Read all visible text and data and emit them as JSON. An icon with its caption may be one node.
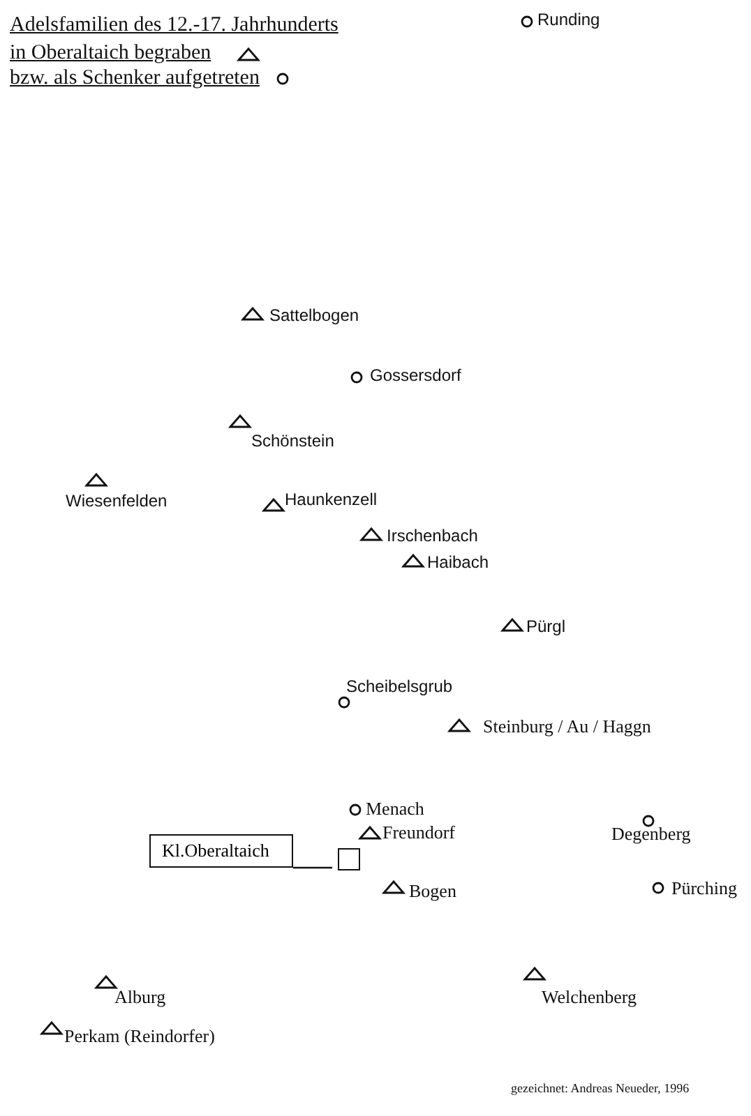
{
  "diagram": {
    "title": "Adelsfamilien des 12.-17. Jahrhunderts",
    "caption": "gezeichnet: Andreas Neueder, 1996",
    "nodes": [
      {
        "text": [
          "Kl.Oberaltaich"
        ]
      },
      {
        "text": [],
        "shape": "box"
      }
    ],
    "edges": [
      {
        "from": 0,
        "to": 1,
        "arrow": "none"
      }
    ],
    "labels": [
      "Runding",
      "Sattelbogen",
      "Gossersdorf",
      "Schönstein",
      "Wiesenfelden",
      "Haunkenzell",
      "Irschenbach",
      "Haibach",
      "Pürgl",
      "Scheibelsgrub",
      "Steinburg / Au / Haggn",
      "Menach",
      "Degenberg",
      "Freundorf",
      "Pürching",
      "Bogen",
      "Alburg",
      "Welchenberg",
      "Perkam (Reindorfer)"
    ],
    "legend": [
      {
        "text": "in Oberaltaich begraben"
      },
      {
        "text": "bzw. als Schenker aufgetreten"
      }
    ]
  }
}
